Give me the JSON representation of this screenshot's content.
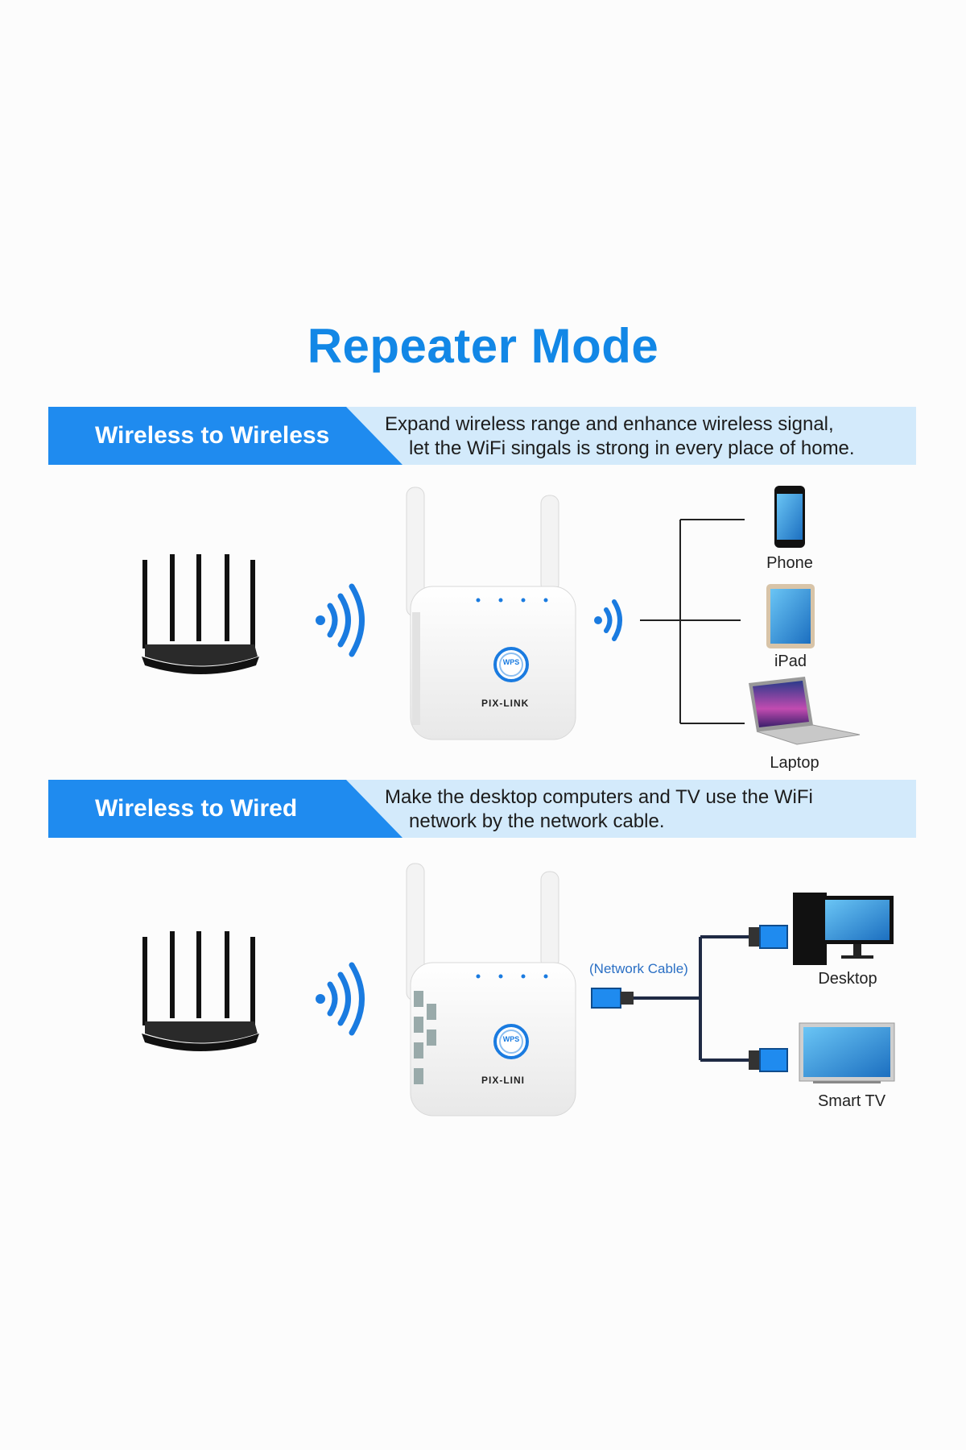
{
  "title": "Repeater Mode",
  "sections": [
    {
      "tag": "Wireless to Wireless",
      "description": [
        "Expand wireless range and enhance wireless signal,",
        "let the WiFi singals is strong in every place of home."
      ],
      "devices": [
        "Phone",
        "iPad",
        "Laptop"
      ]
    },
    {
      "tag": "Wireless to Wired",
      "description": [
        "Make the desktop computers and TV use the WiFi",
        "network by the network cable."
      ],
      "cable_label": "(Network Cable)",
      "devices": [
        "Desktop",
        "Smart TV"
      ]
    }
  ],
  "repeater": {
    "brand_1": "PIX-LINK",
    "brand_2": "PIX-LINI",
    "button": "WPS"
  },
  "icons": [
    "router-icon",
    "wifi-signal-icon",
    "repeater-icon",
    "phone-icon",
    "ipad-icon",
    "laptop-icon",
    "desktop-icon",
    "smart-tv-icon",
    "network-cable-icon"
  ],
  "colors": {
    "accent": "#1f8bef",
    "banner_bg": "#d3eafb",
    "title": "#1287e6",
    "signal": "#1a7be0"
  }
}
